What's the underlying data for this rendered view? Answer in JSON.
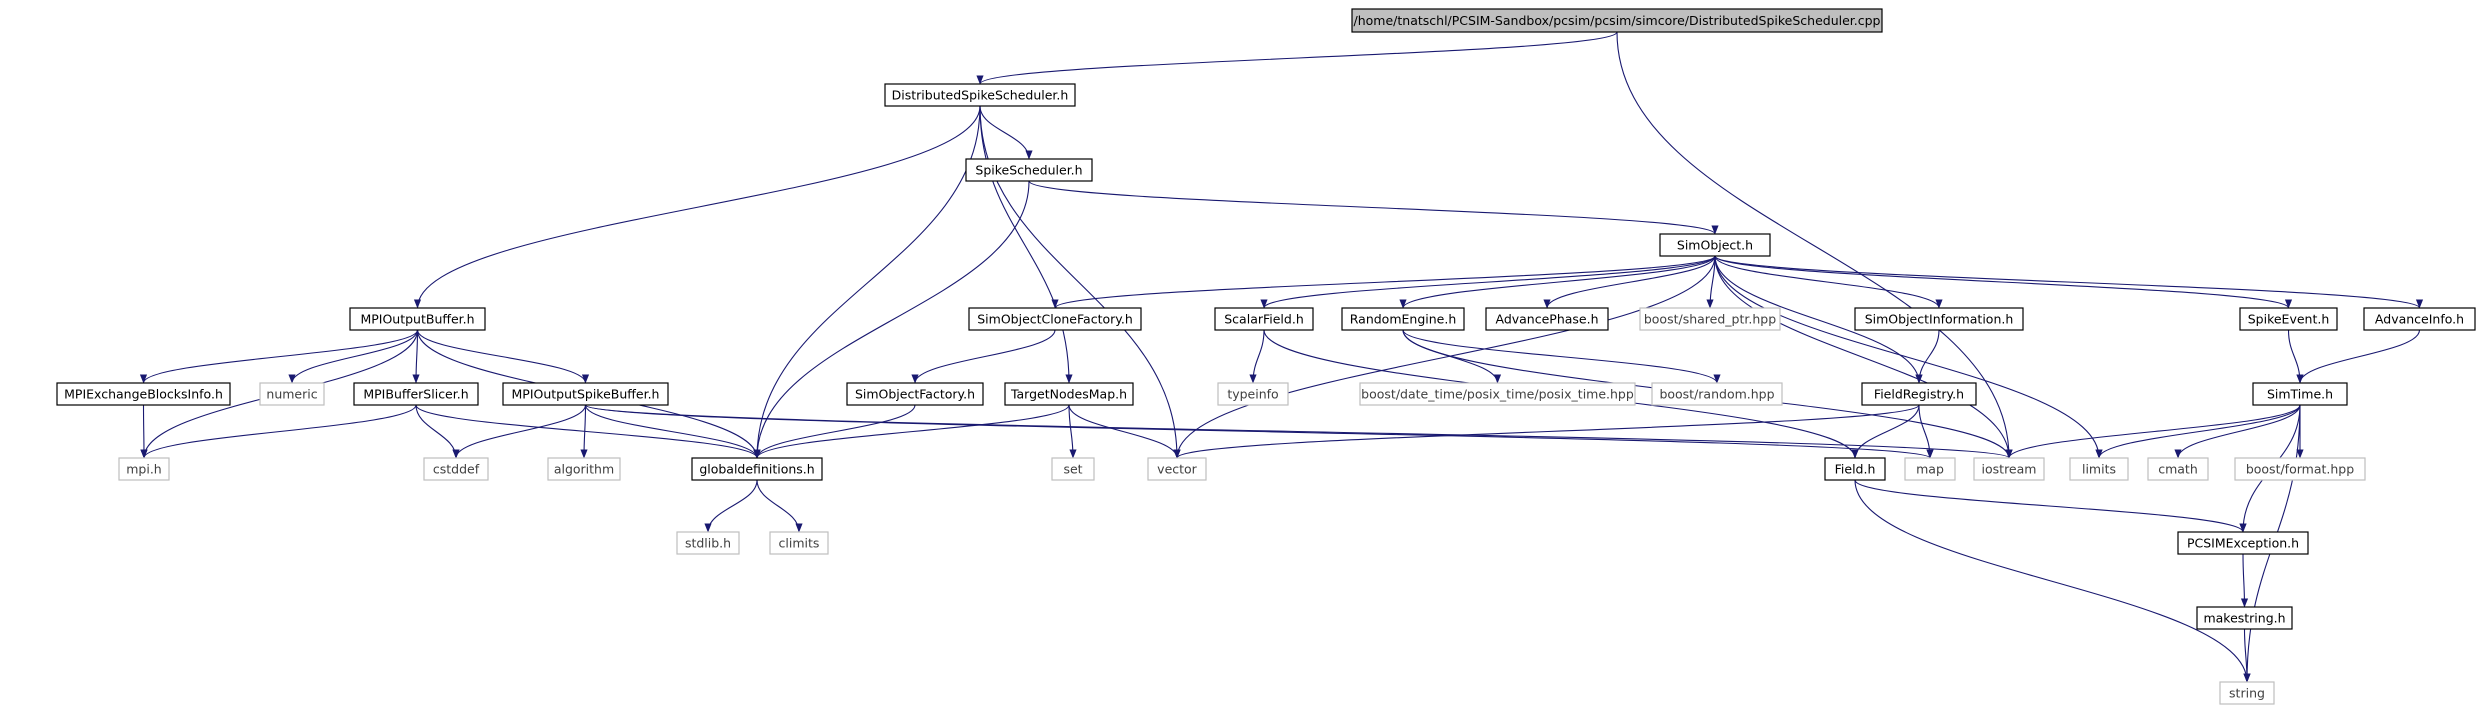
{
  "graph": {
    "nodes": [
      {
        "id": "root",
        "label": "/home/tnatschl/PCSIM-Sandbox/pcsim/pcsim/simcore/DistributedSpikeScheduler.cpp",
        "kind": "root"
      },
      {
        "id": "distributedspikescheduler_h",
        "label": "DistributedSpikeScheduler.h",
        "kind": "file"
      },
      {
        "id": "spikescheduler_h",
        "label": "SpikeScheduler.h",
        "kind": "file"
      },
      {
        "id": "simobject_h",
        "label": "SimObject.h",
        "kind": "file"
      },
      {
        "id": "mpioutputbuffer_h",
        "label": "MPIOutputBuffer.h",
        "kind": "file"
      },
      {
        "id": "simobjectclonefactory_h",
        "label": "SimObjectCloneFactory.h",
        "kind": "file"
      },
      {
        "id": "scalarfield_h",
        "label": "ScalarField.h",
        "kind": "file"
      },
      {
        "id": "randomengine_h",
        "label": "RandomEngine.h",
        "kind": "file"
      },
      {
        "id": "advancephase_h",
        "label": "AdvancePhase.h",
        "kind": "file"
      },
      {
        "id": "shared_ptr_hpp",
        "label": "boost/shared_ptr.hpp",
        "kind": "system"
      },
      {
        "id": "simobjectinformation_h",
        "label": "SimObjectInformation.h",
        "kind": "file"
      },
      {
        "id": "spikeevent_h",
        "label": "SpikeEvent.h",
        "kind": "file"
      },
      {
        "id": "advanceinfo_h",
        "label": "AdvanceInfo.h",
        "kind": "file"
      },
      {
        "id": "mpiexchangeblocksinfo_h",
        "label": "MPIExchangeBlocksInfo.h",
        "kind": "file"
      },
      {
        "id": "numeric",
        "label": "numeric",
        "kind": "system"
      },
      {
        "id": "mpibufferslicer_h",
        "label": "MPIBufferSlicer.h",
        "kind": "file"
      },
      {
        "id": "mpioutputspikebuffer_h",
        "label": "MPIOutputSpikeBuffer.h",
        "kind": "file"
      },
      {
        "id": "simobjectfactory_h",
        "label": "SimObjectFactory.h",
        "kind": "file"
      },
      {
        "id": "targetnodesmap_h",
        "label": "TargetNodesMap.h",
        "kind": "file"
      },
      {
        "id": "typeinfo",
        "label": "typeinfo",
        "kind": "system"
      },
      {
        "id": "posix_time_hpp",
        "label": "boost/date_time/posix_time/posix_time.hpp",
        "kind": "system"
      },
      {
        "id": "random_hpp",
        "label": "boost/random.hpp",
        "kind": "system"
      },
      {
        "id": "fieldregistry_h",
        "label": "FieldRegistry.h",
        "kind": "file"
      },
      {
        "id": "simtime_h",
        "label": "SimTime.h",
        "kind": "file"
      },
      {
        "id": "mpi_h",
        "label": "mpi.h",
        "kind": "system"
      },
      {
        "id": "cstddef",
        "label": "cstddef",
        "kind": "system"
      },
      {
        "id": "algorithm",
        "label": "algorithm",
        "kind": "system"
      },
      {
        "id": "globaldefinitions_h",
        "label": "globaldefinitions.h",
        "kind": "file"
      },
      {
        "id": "set",
        "label": "set",
        "kind": "system"
      },
      {
        "id": "vector",
        "label": "vector",
        "kind": "system"
      },
      {
        "id": "field_h",
        "label": "Field.h",
        "kind": "file"
      },
      {
        "id": "map",
        "label": "map",
        "kind": "system"
      },
      {
        "id": "iostream",
        "label": "iostream",
        "kind": "system"
      },
      {
        "id": "limits",
        "label": "limits",
        "kind": "system"
      },
      {
        "id": "cmath",
        "label": "cmath",
        "kind": "system"
      },
      {
        "id": "format_hpp",
        "label": "boost/format.hpp",
        "kind": "system"
      },
      {
        "id": "stdlib_h",
        "label": "stdlib.h",
        "kind": "system"
      },
      {
        "id": "climits",
        "label": "climits",
        "kind": "system"
      },
      {
        "id": "pcsimexception_h",
        "label": "PCSIMException.h",
        "kind": "file"
      },
      {
        "id": "makestring_h",
        "label": "makestring.h",
        "kind": "file"
      },
      {
        "id": "string",
        "label": "string",
        "kind": "system"
      }
    ],
    "edges": [
      [
        "root",
        "distributedspikescheduler_h"
      ],
      [
        "root",
        "iostream"
      ],
      [
        "distributedspikescheduler_h",
        "spikescheduler_h"
      ],
      [
        "distributedspikescheduler_h",
        "mpioutputbuffer_h"
      ],
      [
        "distributedspikescheduler_h",
        "globaldefinitions_h"
      ],
      [
        "distributedspikescheduler_h",
        "targetnodesmap_h"
      ],
      [
        "distributedspikescheduler_h",
        "vector"
      ],
      [
        "spikescheduler_h",
        "simobject_h"
      ],
      [
        "spikescheduler_h",
        "globaldefinitions_h"
      ],
      [
        "simobject_h",
        "simobjectclonefactory_h"
      ],
      [
        "simobject_h",
        "scalarfield_h"
      ],
      [
        "simobject_h",
        "randomengine_h"
      ],
      [
        "simobject_h",
        "advancephase_h"
      ],
      [
        "simobject_h",
        "shared_ptr_hpp"
      ],
      [
        "simobject_h",
        "simobjectinformation_h"
      ],
      [
        "simobject_h",
        "spikeevent_h"
      ],
      [
        "simobject_h",
        "advanceinfo_h"
      ],
      [
        "simobject_h",
        "fieldregistry_h"
      ],
      [
        "simobject_h",
        "vector"
      ],
      [
        "simobject_h",
        "iostream"
      ],
      [
        "simobject_h",
        "limits"
      ],
      [
        "mpioutputbuffer_h",
        "mpiexchangeblocksinfo_h"
      ],
      [
        "mpioutputbuffer_h",
        "numeric"
      ],
      [
        "mpioutputbuffer_h",
        "mpibufferslicer_h"
      ],
      [
        "mpioutputbuffer_h",
        "mpioutputspikebuffer_h"
      ],
      [
        "mpioutputbuffer_h",
        "mpi_h"
      ],
      [
        "mpioutputbuffer_h",
        "globaldefinitions_h"
      ],
      [
        "mpiexchangeblocksinfo_h",
        "mpi_h"
      ],
      [
        "mpibufferslicer_h",
        "mpi_h"
      ],
      [
        "mpibufferslicer_h",
        "cstddef"
      ],
      [
        "mpibufferslicer_h",
        "globaldefinitions_h"
      ],
      [
        "mpioutputspikebuffer_h",
        "cstddef"
      ],
      [
        "mpioutputspikebuffer_h",
        "algorithm"
      ],
      [
        "mpioutputspikebuffer_h",
        "globaldefinitions_h"
      ],
      [
        "mpioutputspikebuffer_h",
        "iostream"
      ],
      [
        "mpioutputspikebuffer_h",
        "map"
      ],
      [
        "simobjectclonefactory_h",
        "simobjectfactory_h"
      ],
      [
        "simobjectfactory_h",
        "globaldefinitions_h"
      ],
      [
        "targetnodesmap_h",
        "globaldefinitions_h"
      ],
      [
        "targetnodesmap_h",
        "set"
      ],
      [
        "targetnodesmap_h",
        "vector"
      ],
      [
        "scalarfield_h",
        "typeinfo"
      ],
      [
        "scalarfield_h",
        "field_h"
      ],
      [
        "randomengine_h",
        "posix_time_hpp"
      ],
      [
        "randomengine_h",
        "random_hpp"
      ],
      [
        "randomengine_h",
        "iostream"
      ],
      [
        "simobjectinformation_h",
        "fieldregistry_h"
      ],
      [
        "fieldregistry_h",
        "field_h"
      ],
      [
        "fieldregistry_h",
        "map"
      ],
      [
        "fieldregistry_h",
        "vector"
      ],
      [
        "spikeevent_h",
        "simtime_h"
      ],
      [
        "advanceinfo_h",
        "simtime_h"
      ],
      [
        "simtime_h",
        "iostream"
      ],
      [
        "simtime_h",
        "limits"
      ],
      [
        "simtime_h",
        "cmath"
      ],
      [
        "simtime_h",
        "format_hpp"
      ],
      [
        "simtime_h",
        "pcsimexception_h"
      ],
      [
        "simtime_h",
        "string"
      ],
      [
        "globaldefinitions_h",
        "stdlib_h"
      ],
      [
        "globaldefinitions_h",
        "climits"
      ],
      [
        "field_h",
        "pcsimexception_h"
      ],
      [
        "field_h",
        "string"
      ],
      [
        "pcsimexception_h",
        "makestring_h"
      ],
      [
        "makestring_h",
        "string"
      ]
    ]
  },
  "colors": {
    "edge": "#191970",
    "root_fill": "#bfbfbf",
    "file_border": "#000000",
    "system_border": "#bfbfbf",
    "system_text": "#404040",
    "text": "#000000"
  }
}
